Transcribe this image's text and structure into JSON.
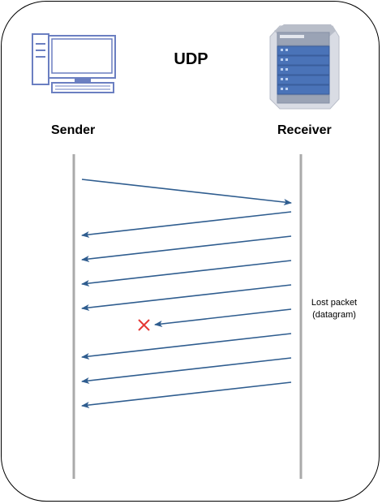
{
  "title": "UDP",
  "sender": {
    "label": "Sender",
    "icon": "desktop-computer-icon"
  },
  "receiver": {
    "label": "Receiver",
    "icon": "server-rack-icon"
  },
  "lost_packet_note": {
    "line1": "Lost packet",
    "line2": "(datagram)"
  },
  "colors": {
    "arrow": "#2f5d8f",
    "lifeline": "#aaaaaa",
    "lost_marker": "#e53935",
    "icon_blue": "#6b7fc1"
  },
  "messages": [
    {
      "from": "Sender",
      "to": "Receiver",
      "lost": false
    },
    {
      "from": "Receiver",
      "to": "Sender",
      "lost": false
    },
    {
      "from": "Receiver",
      "to": "Sender",
      "lost": false
    },
    {
      "from": "Receiver",
      "to": "Sender",
      "lost": false
    },
    {
      "from": "Receiver",
      "to": "Sender",
      "lost": false
    },
    {
      "from": "Receiver",
      "to": "Sender",
      "lost": true
    },
    {
      "from": "Receiver",
      "to": "Sender",
      "lost": false
    },
    {
      "from": "Receiver",
      "to": "Sender",
      "lost": false
    },
    {
      "from": "Receiver",
      "to": "Sender",
      "lost": false
    }
  ]
}
